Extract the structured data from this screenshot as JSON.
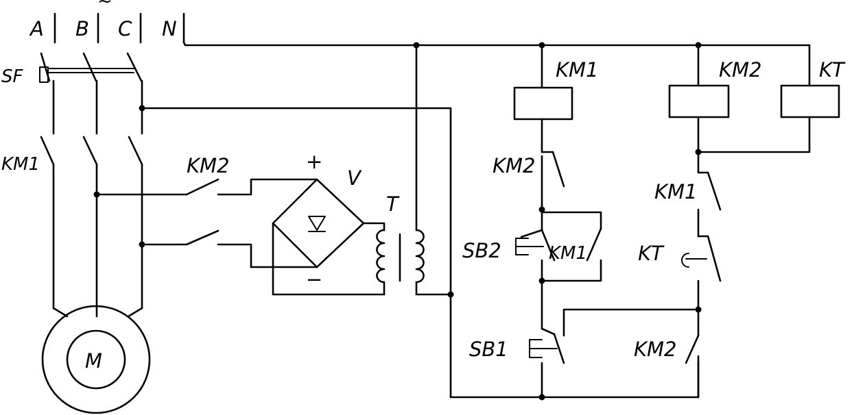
{
  "diagram": {
    "phase_labels": {
      "a": "A",
      "b": "B",
      "c": "C",
      "n": "N",
      "ac_symbol": "~"
    },
    "breaker": "SF",
    "power_contactor": "KM1",
    "brake_contactor": "KM2",
    "motor": "M",
    "rectifier": "V",
    "rectifier_plus": "+",
    "rectifier_minus": "−",
    "transformer": "T",
    "coil_km1": "KM1",
    "coil_km2": "KM2",
    "coil_kt": "KT",
    "contact_km2_nc": "KM2",
    "contact_km1_nc": "KM1",
    "contact_kt": "KT",
    "button_sb2": "SB2",
    "contact_km1_seal": "KM1",
    "button_sb1": "SB1",
    "contact_km2_no": "KM2"
  }
}
